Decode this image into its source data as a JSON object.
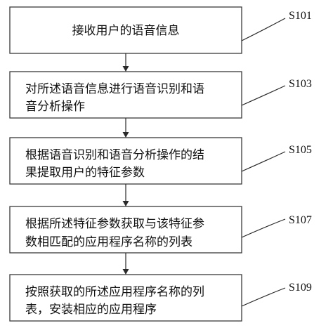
{
  "steps": [
    {
      "id": "S101",
      "lines": [
        "接收用户的语音信息"
      ]
    },
    {
      "id": "S103",
      "lines": [
        "对所述语音信息进行语音识别和语",
        "音分析操作"
      ]
    },
    {
      "id": "S105",
      "lines": [
        "根据语音识别和语音分析操作的结",
        "果提取用户的特征参数"
      ]
    },
    {
      "id": "S107",
      "lines": [
        "根据所述特征参数获取与该特征参",
        "数相匹配的应用程序名称的列表"
      ]
    },
    {
      "id": "S109",
      "lines": [
        "按照获取的所述应用程序名称的列",
        "表，安装相应的应用程序"
      ]
    }
  ]
}
